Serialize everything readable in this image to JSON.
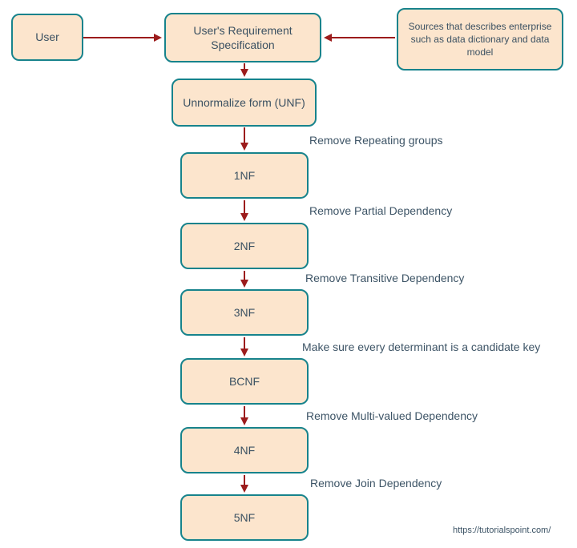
{
  "nodes": {
    "user": {
      "label": "User"
    },
    "requirement_spec": {
      "label": "User's Requirement Specification"
    },
    "sources": {
      "label": "Sources that describes enterprise such as data dictionary and data model",
      "lines": [
        "Sources that describes enterprise",
        "such as data dictionary and data",
        "model"
      ]
    },
    "unf": {
      "label": "Unnormalize form (UNF)"
    },
    "nf1": {
      "label": "1NF"
    },
    "nf2": {
      "label": "2NF"
    },
    "nf3": {
      "label": "3NF"
    },
    "bcnf": {
      "label": "BCNF"
    },
    "nf4": {
      "label": "4NF"
    },
    "nf5": {
      "label": "5NF"
    }
  },
  "edges": [
    {
      "from": "user",
      "to": "requirement_spec",
      "label": ""
    },
    {
      "from": "sources",
      "to": "requirement_spec",
      "label": ""
    },
    {
      "from": "requirement_spec",
      "to": "unf",
      "label": ""
    },
    {
      "from": "unf",
      "to": "nf1",
      "label": "Remove Repeating groups"
    },
    {
      "from": "nf1",
      "to": "nf2",
      "label": "Remove Partial Dependency"
    },
    {
      "from": "nf2",
      "to": "nf3",
      "label": "Remove Transitive Dependency"
    },
    {
      "from": "nf3",
      "to": "bcnf",
      "label": "Make sure every determinant is a candidate key"
    },
    {
      "from": "bcnf",
      "to": "nf4",
      "label": "Remove Multi-valued Dependency"
    },
    {
      "from": "nf4",
      "to": "nf5",
      "label": "Remove Join Dependency"
    }
  ],
  "edge_labels": {
    "unf_to_1nf": "Remove Repeating groups",
    "nf1_to_2nf": "Remove Partial Dependency",
    "nf2_to_3nf": "Remove Transitive Dependency",
    "nf3_to_bcnf": "Make sure every determinant is a candidate key",
    "bcnf_to_4nf": "Remove Multi-valued Dependency",
    "nf4_to_5nf": "Remove Join Dependency"
  },
  "watermark": {
    "url_text": "https://tutorialspoint.com/"
  },
  "colors": {
    "background": "#ffffff",
    "node_fill": "#fce5cd",
    "node_border": "#17838c",
    "arrow": "#9c1c1c",
    "node_text": "#3b5162",
    "label_text": "#3d5466"
  }
}
